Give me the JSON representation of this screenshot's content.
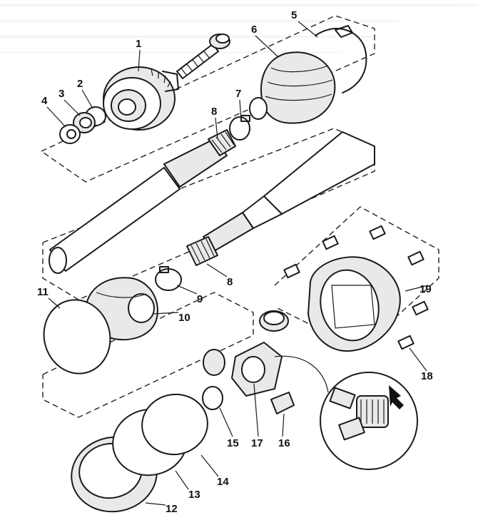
{
  "diagram": {
    "subject": "drive shaft exploded assembly",
    "callouts": [
      {
        "id": "c1",
        "label": "1"
      },
      {
        "id": "c2",
        "label": "2"
      },
      {
        "id": "c3",
        "label": "3"
      },
      {
        "id": "c4",
        "label": "4"
      },
      {
        "id": "c5",
        "label": "5"
      },
      {
        "id": "c6",
        "label": "6"
      },
      {
        "id": "c7",
        "label": "7"
      },
      {
        "id": "c8a",
        "label": "8"
      },
      {
        "id": "c8b",
        "label": "8"
      },
      {
        "id": "c9",
        "label": "9"
      },
      {
        "id": "c10",
        "label": "10"
      },
      {
        "id": "c11",
        "label": "11"
      },
      {
        "id": "c12",
        "label": "12"
      },
      {
        "id": "c13",
        "label": "13"
      },
      {
        "id": "c14",
        "label": "14"
      },
      {
        "id": "c15",
        "label": "15"
      },
      {
        "id": "c16",
        "label": "16"
      },
      {
        "id": "c17",
        "label": "17"
      },
      {
        "id": "c18",
        "label": "18"
      },
      {
        "id": "c19",
        "label": "19"
      }
    ],
    "colors": {
      "ink": "#1a1a1a",
      "paper": "#ffffff"
    }
  }
}
